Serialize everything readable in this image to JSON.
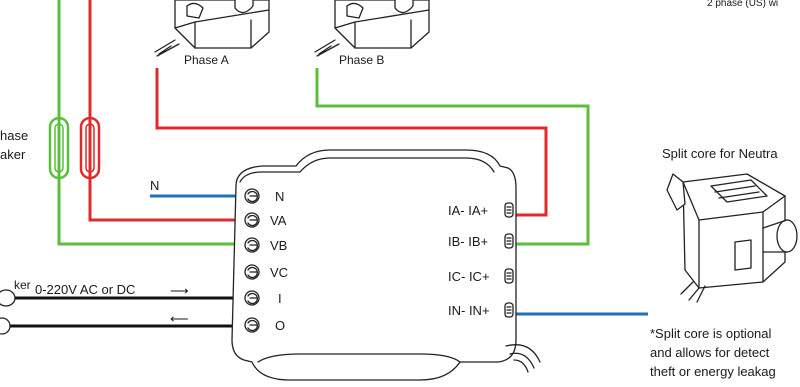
{
  "labels": {
    "phase_a": "Phase A",
    "phase_b": "Phase B",
    "top_right_note": "2 phase (US) wi",
    "breaker_left_1": "hase",
    "breaker_left_2": "aker",
    "neutral": "N",
    "power_breaker": "ker",
    "power_input": "0-220V AC or DC",
    "split_core_title": "Split core for Neutra",
    "footnote_1": "*Split core is optional",
    "footnote_2": "and allows for detect",
    "footnote_3": "theft or energy leakag"
  },
  "device": {
    "left_terminals": [
      "N",
      "VA",
      "VB",
      "VC",
      "I",
      "O"
    ],
    "right_terminals": [
      "IA- IA+",
      "IB- IB+",
      "IC- IC+",
      "IN- IN+"
    ]
  },
  "arrows": {
    "right": "⟶",
    "left": "⟵"
  },
  "colors": {
    "phase_a_wire": "#e02a2a",
    "phase_b_wire": "#5bbf3b",
    "neutral_wire": "#1e6fb8",
    "power_wire": "#111111"
  }
}
